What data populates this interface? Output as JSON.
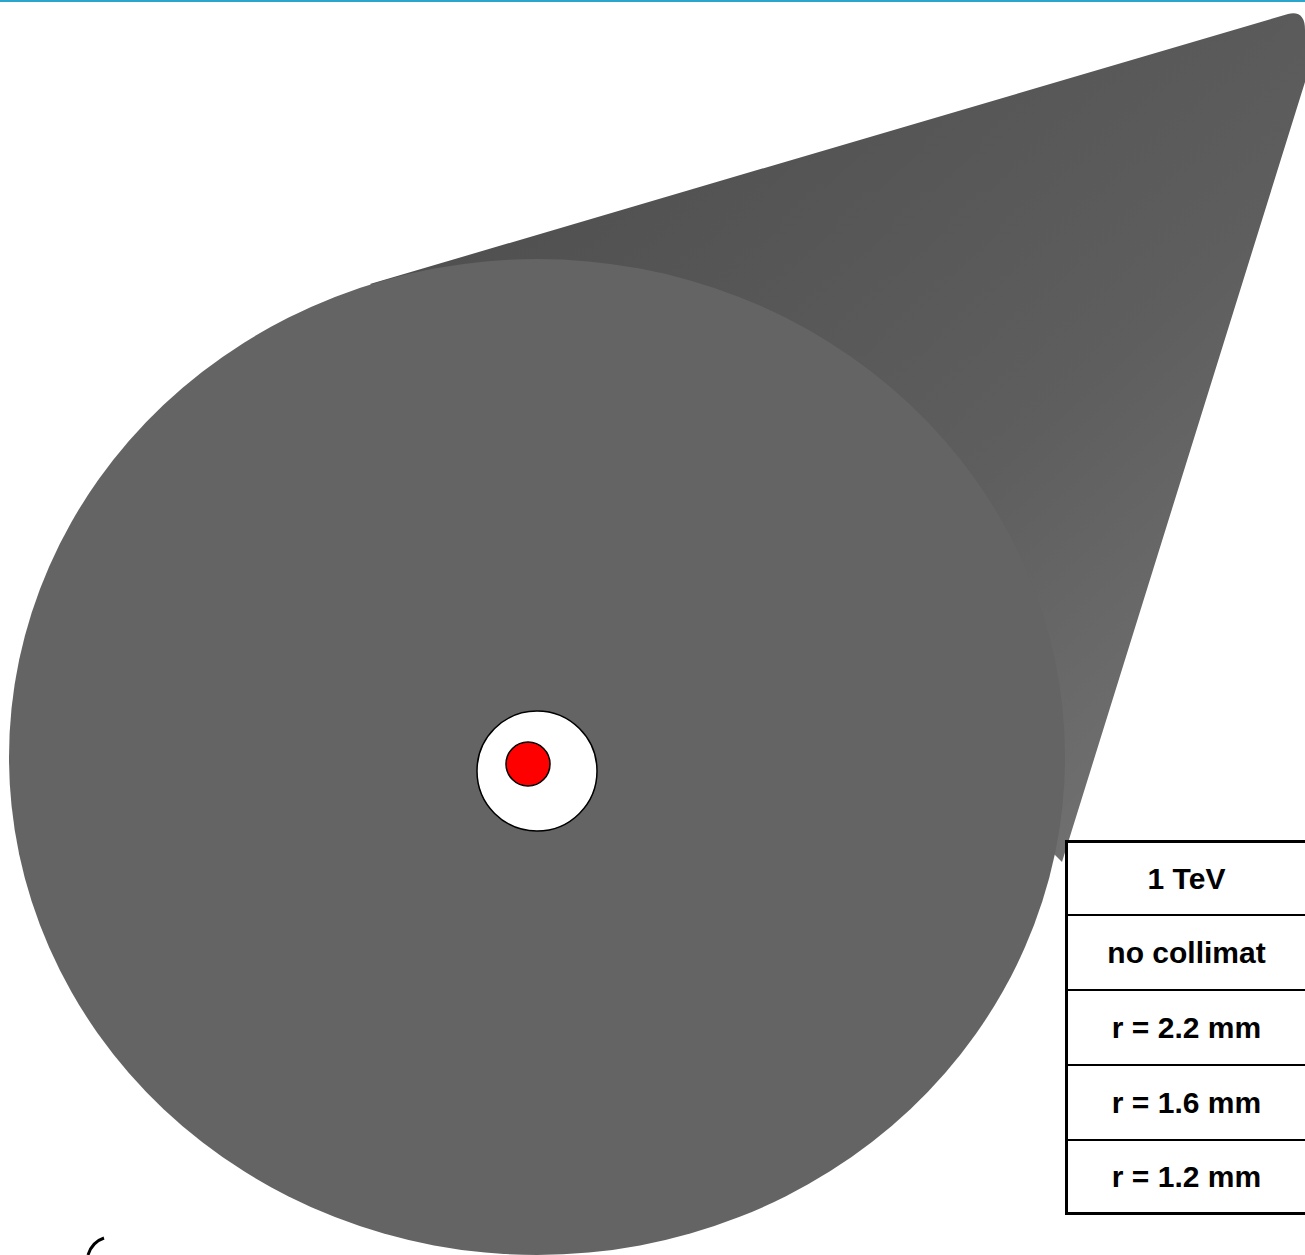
{
  "diagram": {
    "labels": [
      "1 TeV",
      "no collimat",
      "r = 2.2 mm",
      "r = 1.6 mm",
      "r = 1.2 mm"
    ]
  }
}
